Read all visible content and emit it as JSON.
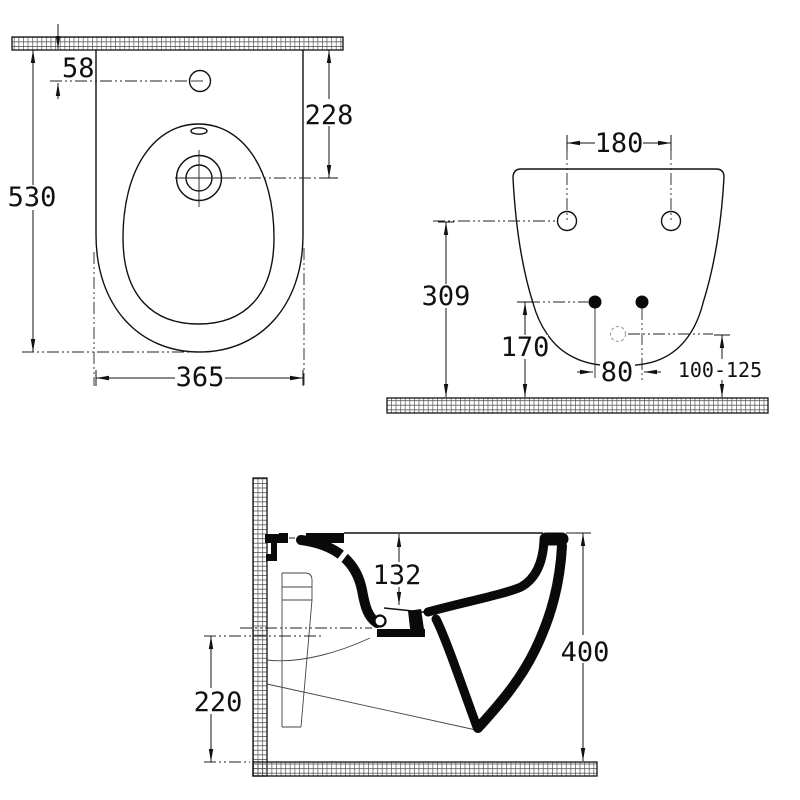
{
  "drawing": {
    "plan": {
      "faucet_offset": "58",
      "spray_depth": "228",
      "length": "530",
      "width": "365"
    },
    "rear": {
      "fixing_hole_spacing": "180",
      "fixing_hole_height": "309",
      "inlet_height": "170",
      "inlet_spacing": "80",
      "drain_height_range": "100-125"
    },
    "side": {
      "inner_depth": "132",
      "drain_axis_height": "220",
      "overall_height": "400"
    },
    "colors": {
      "line": "#111111",
      "background": "#ffffff"
    }
  }
}
